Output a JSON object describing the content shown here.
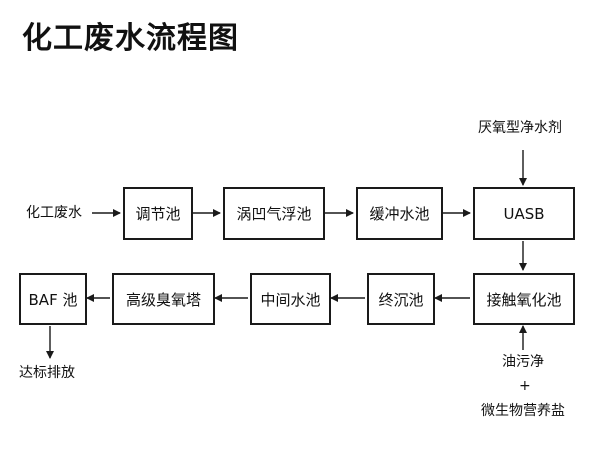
{
  "title": "化工废水流程图",
  "inputs": {
    "raw_water": "化工废水",
    "anaerobic_agent": "厌氧型净水剂",
    "additive_line1": "油污净",
    "additive_plus": "+",
    "additive_line2": "微生物营养盐"
  },
  "nodes": {
    "regulating_tank": "调节池",
    "vortex_air_flotation": "涡凹气浮池",
    "buffer_tank": "缓冲水池",
    "uasb": "UASB",
    "contact_oxidation": "接触氧化池",
    "final_settling": "终沉池",
    "intermediate_tank": "中间水池",
    "ozone_tower": "高级臭氧塔",
    "baf": "BAF 池"
  },
  "output": {
    "discharge": "达标排放"
  }
}
